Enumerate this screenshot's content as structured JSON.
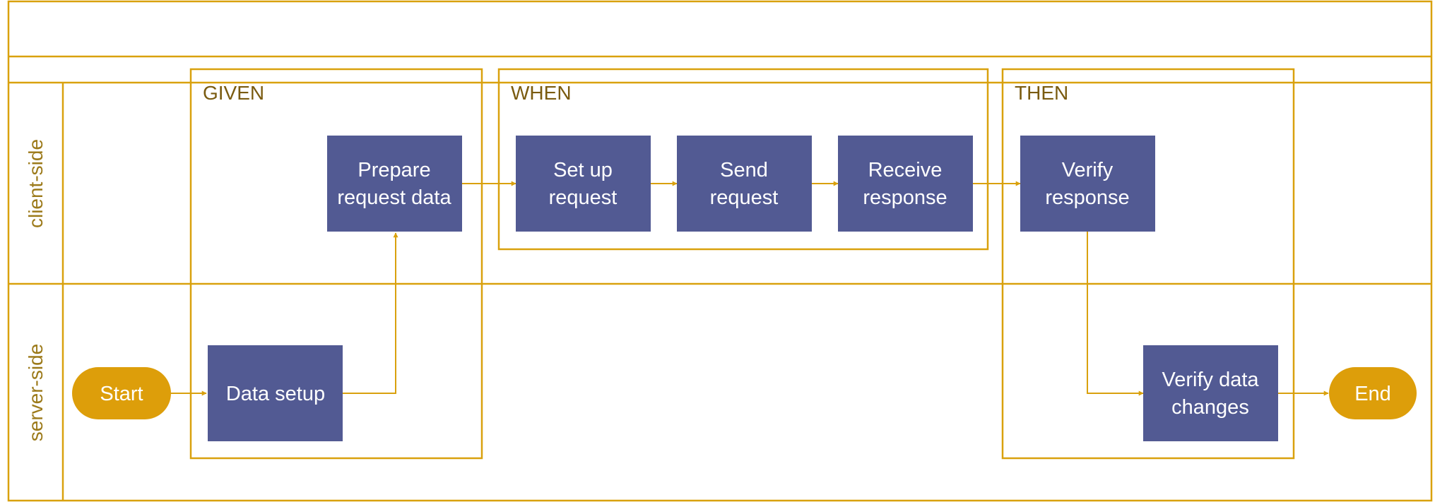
{
  "colors": {
    "frame": "#D9A10E",
    "process_fill": "#525A93",
    "terminal_fill": "#DD9E0A",
    "phase_text": "#7A5B10",
    "lane_text": "#9C7A1A",
    "node_text": "#FFFFFF"
  },
  "title": "",
  "lanes": [
    {
      "id": "client",
      "label": "client-side"
    },
    {
      "id": "server",
      "label": "server-side"
    }
  ],
  "phases": [
    {
      "id": "given",
      "label": "GIVEN"
    },
    {
      "id": "when",
      "label": "WHEN"
    },
    {
      "id": "then",
      "label": "THEN"
    }
  ],
  "nodes": [
    {
      "id": "start",
      "shape": "terminal",
      "lines": [
        "Start"
      ]
    },
    {
      "id": "data_setup",
      "shape": "process",
      "lines": [
        "Data setup"
      ]
    },
    {
      "id": "prepare",
      "shape": "process",
      "lines": [
        "Prepare",
        "request data"
      ]
    },
    {
      "id": "setup",
      "shape": "process",
      "lines": [
        "Set up",
        "request"
      ]
    },
    {
      "id": "send",
      "shape": "process",
      "lines": [
        "Send",
        "request"
      ]
    },
    {
      "id": "receive",
      "shape": "process",
      "lines": [
        "Receive",
        "response"
      ]
    },
    {
      "id": "verify_resp",
      "shape": "process",
      "lines": [
        "Verify",
        "response"
      ]
    },
    {
      "id": "verify_data",
      "shape": "process",
      "lines": [
        "Verify data",
        "changes"
      ]
    },
    {
      "id": "end",
      "shape": "terminal",
      "lines": [
        "End"
      ]
    }
  ],
  "edges": [
    {
      "from": "start",
      "to": "data_setup"
    },
    {
      "from": "data_setup",
      "to": "prepare"
    },
    {
      "from": "prepare",
      "to": "setup"
    },
    {
      "from": "setup",
      "to": "send"
    },
    {
      "from": "send",
      "to": "receive"
    },
    {
      "from": "receive",
      "to": "verify_resp"
    },
    {
      "from": "verify_resp",
      "to": "verify_data"
    },
    {
      "from": "verify_data",
      "to": "end"
    }
  ]
}
